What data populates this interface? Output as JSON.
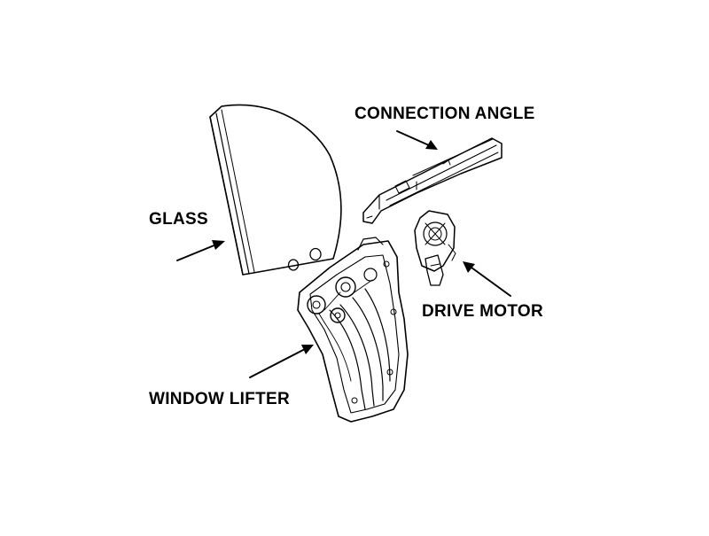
{
  "labels": {
    "connection_angle": "CONNECTION ANGLE",
    "glass": "GLASS",
    "drive_motor": "DRIVE MOTOR",
    "window_lifter": "WINDOW LIFTER"
  },
  "colors": {
    "background": "#ffffff",
    "ink": "#000000",
    "part_fill": "#ffffff"
  }
}
